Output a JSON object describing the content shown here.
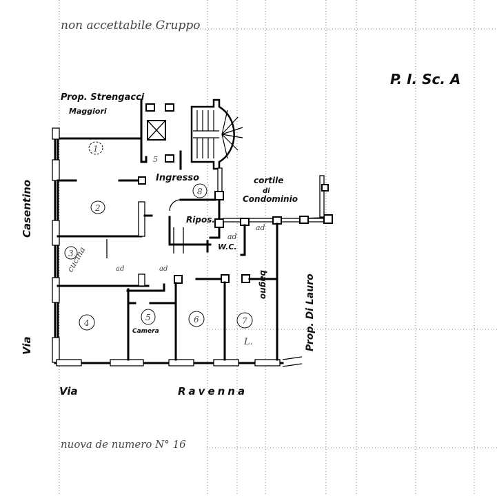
{
  "header": {
    "handwritten_top_left": "non accettabile Gruppo",
    "title_right": "P. I. Sc. A"
  },
  "neighbors": {
    "top": "Prop. Strengacci",
    "top_line2": "Maggiori",
    "right": "Prop. Di Lauro"
  },
  "streets": {
    "left": "Via Casentino",
    "left_via": "Via",
    "left_name": "Casentino",
    "bottom_via": "Via",
    "bottom_name": "Ravenna"
  },
  "rooms": [
    {
      "number": "1",
      "label": ""
    },
    {
      "number": "2",
      "label": ""
    },
    {
      "number": "3",
      "label": "cucina"
    },
    {
      "number": "4",
      "label": ""
    },
    {
      "number": "5",
      "label": "Camera"
    },
    {
      "number": "6",
      "label": ""
    },
    {
      "number": "7",
      "label": "L."
    },
    {
      "number": "8",
      "label": "Ingresso"
    }
  ],
  "labels": {
    "ingresso": "Ingresso",
    "courtyard_l1": "cortile",
    "courtyard_l2": "di",
    "courtyard_l3": "Condominio",
    "ripos": "Ripos.",
    "wc": "W.C.",
    "bagno": "bagno",
    "ad": "ad",
    "stair_mark": "5"
  },
  "footer": {
    "handwritten_bottom": "nuova de numero N° 16"
  }
}
